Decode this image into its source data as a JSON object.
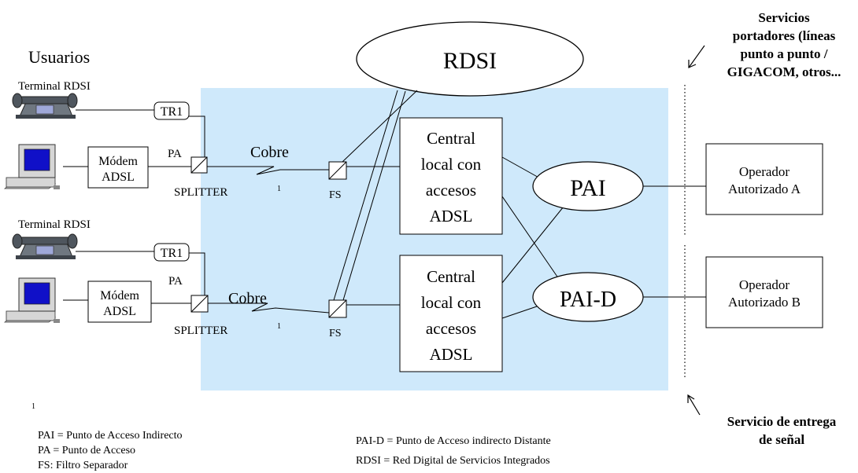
{
  "users_title": "Usuarios",
  "rdsi_cloud": "RDSI",
  "top_user": {
    "terminal_label": "Terminal RDSI",
    "tr1": "TR1",
    "pa": "PA",
    "modem_line1": "Módem",
    "modem_line2": "ADSL",
    "splitter": "SPLITTER",
    "cobre": "Cobre",
    "footnote_mark": "1",
    "fs": "FS"
  },
  "bottom_user": {
    "terminal_label": "Terminal RDSI",
    "tr1": "TR1",
    "pa": "PA",
    "modem_line1": "Módem",
    "modem_line2": "ADSL",
    "splitter": "SPLITTER",
    "cobre": "Cobre",
    "footnote_mark": "1",
    "fs": "FS"
  },
  "central_top": [
    "Central",
    "local con",
    "accesos",
    "ADSL"
  ],
  "central_bottom": [
    "Central",
    "local con",
    "accesos",
    "ADSL"
  ],
  "pai": "PAI",
  "pai_d": "PAI-D",
  "operator_a": [
    "Operador",
    "Autorizado A"
  ],
  "operator_b": [
    "Operador",
    "Autorizado B"
  ],
  "servicios_portadores": [
    "Servicios",
    "portadores (líneas",
    "punto a punto /",
    "GIGACOM, otros..."
  ],
  "servicio_entrega": [
    "Servicio de entrega",
    "de señal"
  ],
  "legend": {
    "mark": "1",
    "pai": "PAI = Punto de  Acceso  Indirecto",
    "pa": "PA  = Punto de  Acceso",
    "fs": "FS: Filtro Separador",
    "pai_d": "PAI-D = Punto de Acceso indirecto Distante",
    "rdsi": "RDSI = Red Digital de Servicios Integrados"
  },
  "colors": {
    "network_area": "#cfe9fb",
    "line": "#000000",
    "phone_body": "#6f7780",
    "computer_screen": "#1010c8",
    "computer_body": "#d6d6d6"
  }
}
